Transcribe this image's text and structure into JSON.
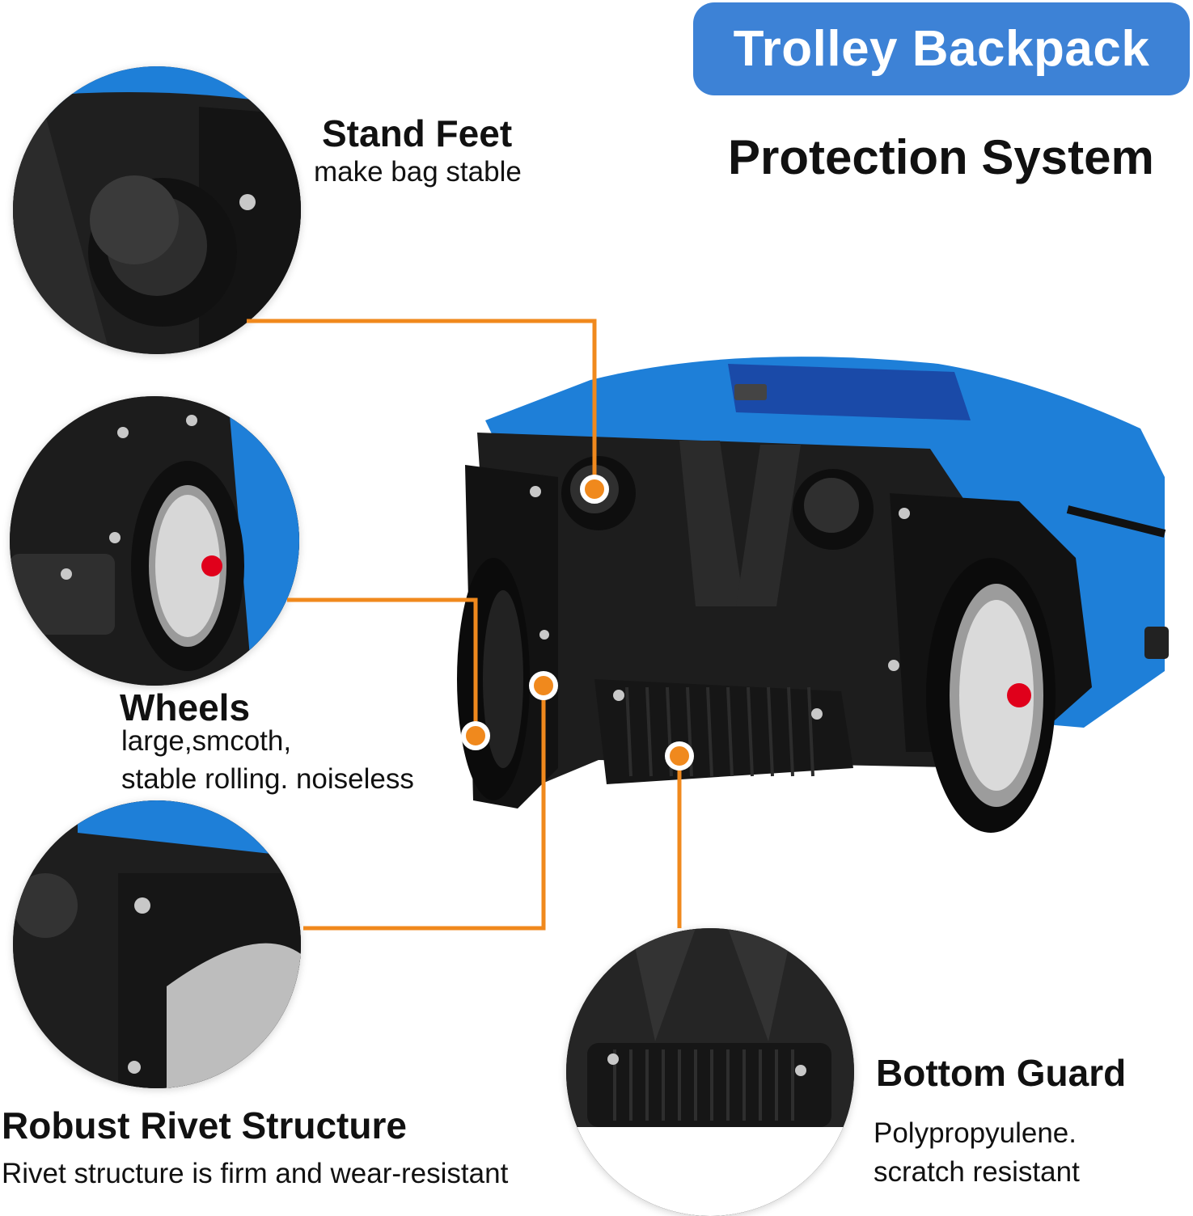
{
  "header": {
    "badge_text": "Trolley Backpack",
    "subtitle": "Protection System"
  },
  "features": {
    "stand_feet": {
      "title": "Stand Feet",
      "desc": "make bag stable"
    },
    "wheels": {
      "title": "Wheels",
      "desc_line1": "large,smcoth,",
      "desc_line2": "stable rolling. noiseless"
    },
    "rivet": {
      "title": "Robust Rivet Structure",
      "desc": "Rivet structure is firm and wear-resistant"
    },
    "bottom_guard": {
      "title": "Bottom Guard",
      "desc_line1": "Polypropyulene.",
      "desc_line2": "scratch resistant"
    }
  },
  "colors": {
    "badge_blue": "#3d82d6",
    "bag_blue": "#1e7fd8",
    "callout_orange": "#f0891d",
    "frame_black": "#1b1b1b"
  }
}
